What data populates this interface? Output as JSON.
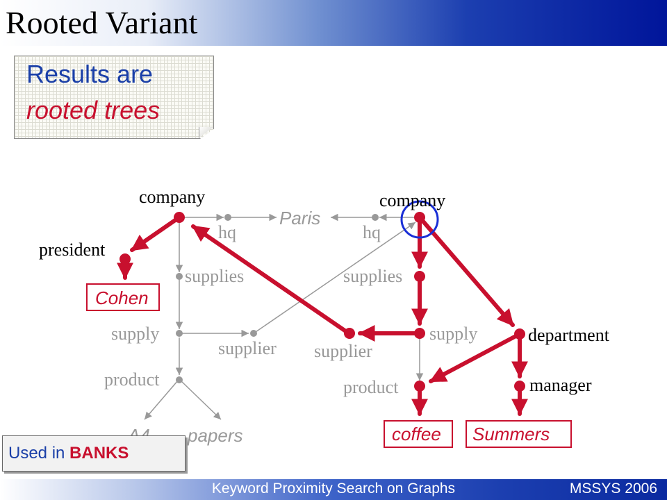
{
  "slide": {
    "title": "Rooted Variant",
    "note_line1": "Results are",
    "note_line2": "rooted trees",
    "banks_prefix": "Used in",
    "banks_name": "BANKS",
    "footer_center": "Keyword Proximity Search on Graphs",
    "footer_right": "MSSYS 2006"
  },
  "colors": {
    "highlight": "#c8102e",
    "gray": "#999999",
    "root_circle": "#1a2fd6",
    "title_text": "#000000",
    "note_blue": "#1a3fa8"
  },
  "diagram": {
    "labels": {
      "company_left": "company",
      "company_right": "company",
      "hq_left": "hq",
      "hq_right": "hq",
      "paris": "Paris",
      "president": "president",
      "cohen": "Cohen",
      "supplies_left": "supplies",
      "supplies_right": "supplies",
      "supply_left": "supply",
      "supply_right": "supply",
      "supplier_left": "supplier",
      "supplier_right": "supplier",
      "product_left": "product",
      "product_right": "product",
      "a4": "A4",
      "papers": "papers",
      "department": "department",
      "manager": "manager",
      "coffee": "coffee",
      "summers": "Summers"
    }
  }
}
